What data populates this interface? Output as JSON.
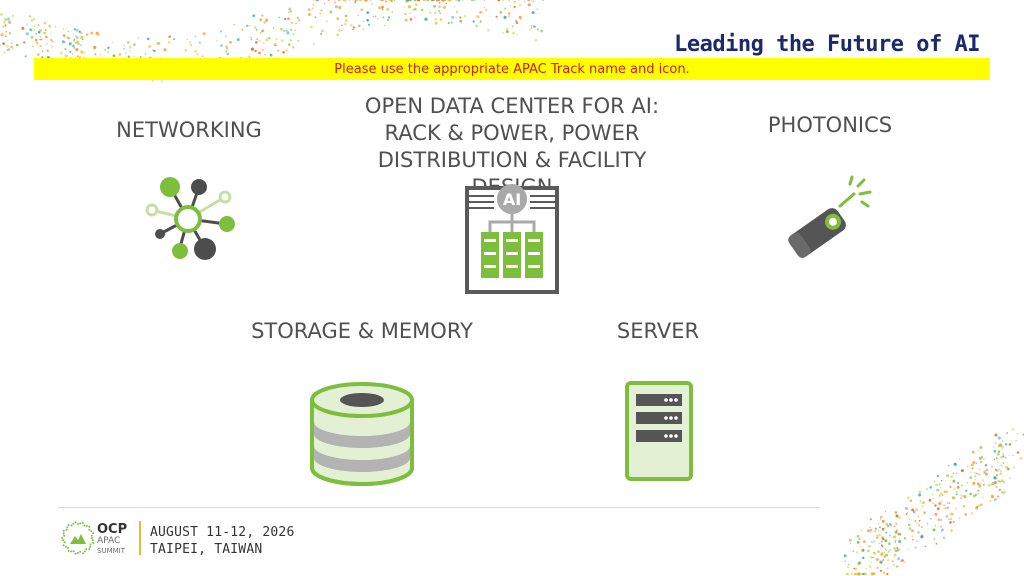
{
  "header": {
    "title": "Leading the Future of AI",
    "banner_notice": "Please use the appropriate APAC Track name and icon."
  },
  "tracks": [
    {
      "label": "NETWORKING",
      "icon": "network-hub-icon"
    },
    {
      "label": "OPEN DATA CENTER FOR AI: RACK & POWER, POWER DISTRIBUTION & FACILITY DESIGN",
      "icon": "ai-rack-icon"
    },
    {
      "label": "PHOTONICS",
      "icon": "photonics-laser-icon"
    },
    {
      "label": "STORAGE & MEMORY",
      "icon": "storage-disk-icon"
    },
    {
      "label": "SERVER",
      "icon": "server-icon"
    }
  ],
  "footer": {
    "logo": {
      "line1": "OCP",
      "line2": "APAC",
      "line3": "SUMMIT"
    },
    "date": "AUGUST 11-12, 2026",
    "location": "TAIPEI, TAIWAN"
  },
  "colors": {
    "accent_green": "#7dbe3c",
    "icon_dark": "#4d4d4d",
    "banner_yellow": "#ffff00",
    "banner_text": "#d01c1c",
    "title_navy": "#1b2a6b"
  }
}
